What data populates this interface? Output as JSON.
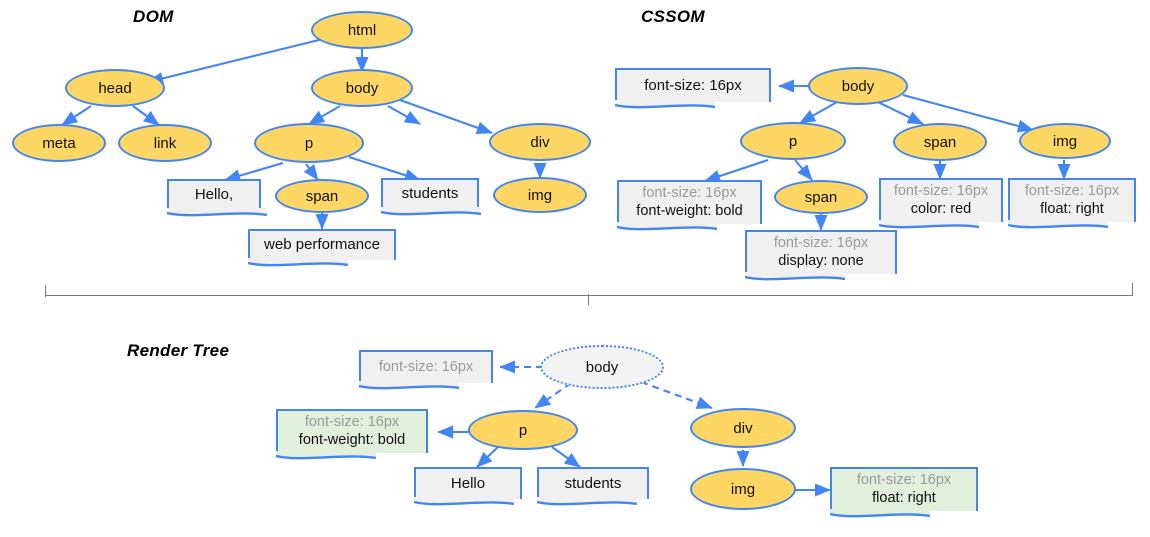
{
  "sections": {
    "dom": {
      "title": "DOM"
    },
    "cssom": {
      "title": "CSSOM"
    },
    "render": {
      "title": "Render Tree"
    }
  },
  "dom_tree": {
    "nodes": [
      {
        "id": "html",
        "label": "html",
        "type": "element"
      },
      {
        "id": "head",
        "label": "head",
        "type": "element"
      },
      {
        "id": "body",
        "label": "body",
        "type": "element"
      },
      {
        "id": "meta",
        "label": "meta",
        "type": "element"
      },
      {
        "id": "link",
        "label": "link",
        "type": "element"
      },
      {
        "id": "p",
        "label": "p",
        "type": "element"
      },
      {
        "id": "div",
        "label": "div",
        "type": "element"
      },
      {
        "id": "span",
        "label": "span",
        "type": "element"
      },
      {
        "id": "img",
        "label": "img",
        "type": "element"
      }
    ],
    "text_nodes": [
      {
        "id": "t_hello",
        "label": "Hello,"
      },
      {
        "id": "t_students",
        "label": "students"
      },
      {
        "id": "t_webperf",
        "label": "web performance"
      }
    ],
    "edges": [
      [
        "html",
        "head"
      ],
      [
        "html",
        "body"
      ],
      [
        "head",
        "meta"
      ],
      [
        "head",
        "link"
      ],
      [
        "body",
        "p"
      ],
      [
        "body",
        "div"
      ],
      [
        "p",
        "t_hello"
      ],
      [
        "p",
        "span"
      ],
      [
        "p",
        "t_students"
      ],
      [
        "span",
        "t_webperf"
      ],
      [
        "div",
        "img"
      ]
    ]
  },
  "cssom_tree": {
    "nodes": [
      {
        "id": "c_body",
        "label": "body"
      },
      {
        "id": "c_p",
        "label": "p"
      },
      {
        "id": "c_span2",
        "label": "span"
      },
      {
        "id": "c_span",
        "label": "span"
      },
      {
        "id": "c_img",
        "label": "img"
      }
    ],
    "style_boxes": [
      {
        "id": "s_body",
        "owner": "c_body",
        "lines": [
          "font-size: 16px"
        ]
      },
      {
        "id": "s_p",
        "owner": "c_p",
        "lines": [
          "font-size: 16px",
          "font-weight: bold"
        ]
      },
      {
        "id": "s_span2",
        "owner": "c_span2",
        "lines": [
          "font-size: 16px",
          "display: none"
        ]
      },
      {
        "id": "s_span",
        "owner": "c_span",
        "lines": [
          "font-size: 16px",
          "color: red"
        ]
      },
      {
        "id": "s_img",
        "owner": "c_img",
        "lines": [
          "font-size: 16px",
          "float: right"
        ]
      }
    ],
    "edges": [
      [
        "c_body",
        "s_body"
      ],
      [
        "c_body",
        "c_p"
      ],
      [
        "c_body",
        "c_span"
      ],
      [
        "c_body",
        "c_img"
      ],
      [
        "c_p",
        "s_p"
      ],
      [
        "c_p",
        "c_span2"
      ],
      [
        "c_span2",
        "s_span2"
      ],
      [
        "c_span",
        "s_span"
      ],
      [
        "c_img",
        "s_img"
      ]
    ]
  },
  "render_tree": {
    "nodes": [
      {
        "id": "r_body",
        "label": "body",
        "state": "ghost"
      },
      {
        "id": "r_p",
        "label": "p",
        "state": "element"
      },
      {
        "id": "r_div",
        "label": "div",
        "state": "element"
      },
      {
        "id": "r_img",
        "label": "img",
        "state": "element"
      }
    ],
    "text_nodes": [
      {
        "id": "r_hello",
        "label": "Hello"
      },
      {
        "id": "r_students",
        "label": "students"
      }
    ],
    "style_boxes": [
      {
        "id": "rs_body",
        "lines": [
          "font-size: 16px"
        ],
        "tone": "gray"
      },
      {
        "id": "rs_p",
        "lines": [
          "font-size: 16px",
          "font-weight: bold"
        ],
        "tone": "green"
      },
      {
        "id": "rs_img",
        "lines": [
          "font-size: 16px",
          "float: right"
        ],
        "tone": "green"
      }
    ],
    "edges": [
      [
        "r_body",
        "rs_body"
      ],
      [
        "r_body",
        "r_p"
      ],
      [
        "r_body",
        "r_div"
      ],
      [
        "r_p",
        "rs_p"
      ],
      [
        "r_p",
        "r_hello"
      ],
      [
        "r_p",
        "r_students"
      ],
      [
        "r_div",
        "r_img"
      ],
      [
        "r_img",
        "rs_img"
      ]
    ]
  },
  "colors": {
    "node_fill": "#fdd663",
    "node_stroke": "#4285f4",
    "box_fill": "#f0f0f0",
    "box_fill_green": "#e2efda",
    "edge": "#4285f4",
    "muted_text": "#9a9a9a",
    "divider": "#7a7a7a"
  }
}
